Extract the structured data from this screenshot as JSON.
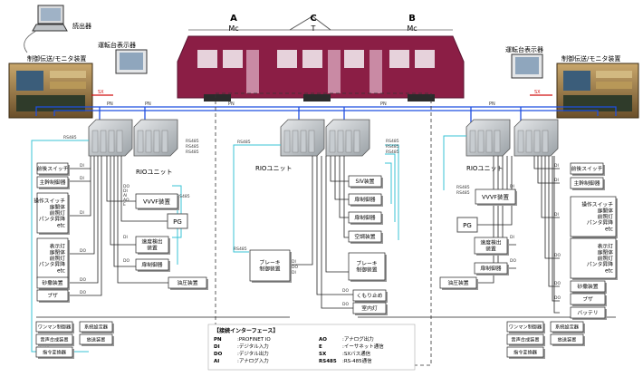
{
  "labels": {
    "reader": "読出器",
    "ctrl_monitor_left": "制御伝送/モニタ装置",
    "ctrl_monitor_right": "制御伝送/モニタ装置",
    "driver_display_left": "運転台表示器",
    "driver_display_right": "運転台表示器",
    "car_a": "A",
    "car_a_type": "Mc",
    "car_c": "C",
    "car_c_type": "T",
    "car_b": "B",
    "car_b_type": "Mc",
    "rio_left": "RIOユニット",
    "rio_center": "RIOユニット",
    "rio_right": "RIOユニット",
    "pg": "PG",
    "pn": "PN",
    "sx": "SX",
    "rs485": "RS485",
    "di": "DI",
    "do": "DO",
    "ai": "AI",
    "ao": "AO",
    "e": "E"
  },
  "left_devices": [
    {
      "id": "fb_switch",
      "label": "前後スイッチ"
    },
    {
      "id": "master_ctrl",
      "label": "主幹制御器"
    },
    {
      "id": "op_switch",
      "label": "操作スイッチ\n扉開体\n前照灯\nパンタ昇降\netc"
    },
    {
      "id": "indicator",
      "label": "表示灯\n扉閉体\n前照灯\nパンタ昇降\netc"
    },
    {
      "id": "sand",
      "label": "砂撒装置"
    },
    {
      "id": "buzzer",
      "label": "ブザ"
    }
  ],
  "right_devices": [
    {
      "id": "fb_switch",
      "label": "前後スイッチ"
    },
    {
      "id": "master_ctrl",
      "label": "主幹制御器"
    },
    {
      "id": "op_switch",
      "label": "操作スイッチ\n扉開体\n前照灯\nパンタ昇降\netc"
    },
    {
      "id": "indicator",
      "label": "表示灯\n扉閉体\n前照灯\nパンタ昇降\netc"
    },
    {
      "id": "sand",
      "label": "砂撒装置"
    },
    {
      "id": "buzzer",
      "label": "ブザ"
    },
    {
      "id": "battery",
      "label": "バッテリ"
    }
  ],
  "left_mid": {
    "vvvf": "VVVF装置",
    "speed": "速度検出\n装置",
    "door": "扉制御器",
    "oil": "油圧装置"
  },
  "center_mid": {
    "siv": "SIV装置",
    "door1": "扉制御器",
    "door2": "扉制御器",
    "ac": "空調装置",
    "brake_left": "ブレーキ\n制御装置",
    "brake_right": "ブレーキ\n制御装置",
    "cloud": "くもり止め",
    "room": "室内灯"
  },
  "right_mid": {
    "vvvf": "VVVF装置",
    "speed": "速度検出\n装置",
    "door": "扉制御器",
    "oil": "油圧装置"
  },
  "bottom_left": [
    {
      "id": "oneman",
      "label": "ワンマン制御器"
    },
    {
      "id": "sys_set",
      "label": "系統設定器"
    },
    {
      "id": "voice",
      "label": "音声合成装置"
    },
    {
      "id": "broadcast",
      "label": "放送装置"
    },
    {
      "id": "cmd",
      "label": "指令変換器"
    }
  ],
  "bottom_right": [
    {
      "id": "oneman",
      "label": "ワンマン制御器"
    },
    {
      "id": "sys_set",
      "label": "系統設定器"
    },
    {
      "id": "voice",
      "label": "音声合成装置"
    },
    {
      "id": "broadcast",
      "label": "放送装置"
    },
    {
      "id": "cmd",
      "label": "指令変換器"
    }
  ],
  "legend": {
    "title": "【接続インターフェース】",
    "rows": [
      [
        "PN",
        ":PROFINET IO",
        "AO",
        ":アナログ出力"
      ],
      [
        "DI",
        ":デジタル入力",
        "E",
        ":イーサネット通信"
      ],
      [
        "DO",
        ":デジタル出力",
        "SX",
        ":SXバス通信"
      ],
      [
        "AI",
        ":アナログ入力",
        "RS485",
        ":RS-485通信"
      ]
    ]
  },
  "colors": {
    "train": "#8b1e45",
    "pn_line": "#1f4fe0",
    "rs485_line": "#39c3d6",
    "sx_line": "#d01010",
    "cab_line": "#6a6a6a"
  }
}
